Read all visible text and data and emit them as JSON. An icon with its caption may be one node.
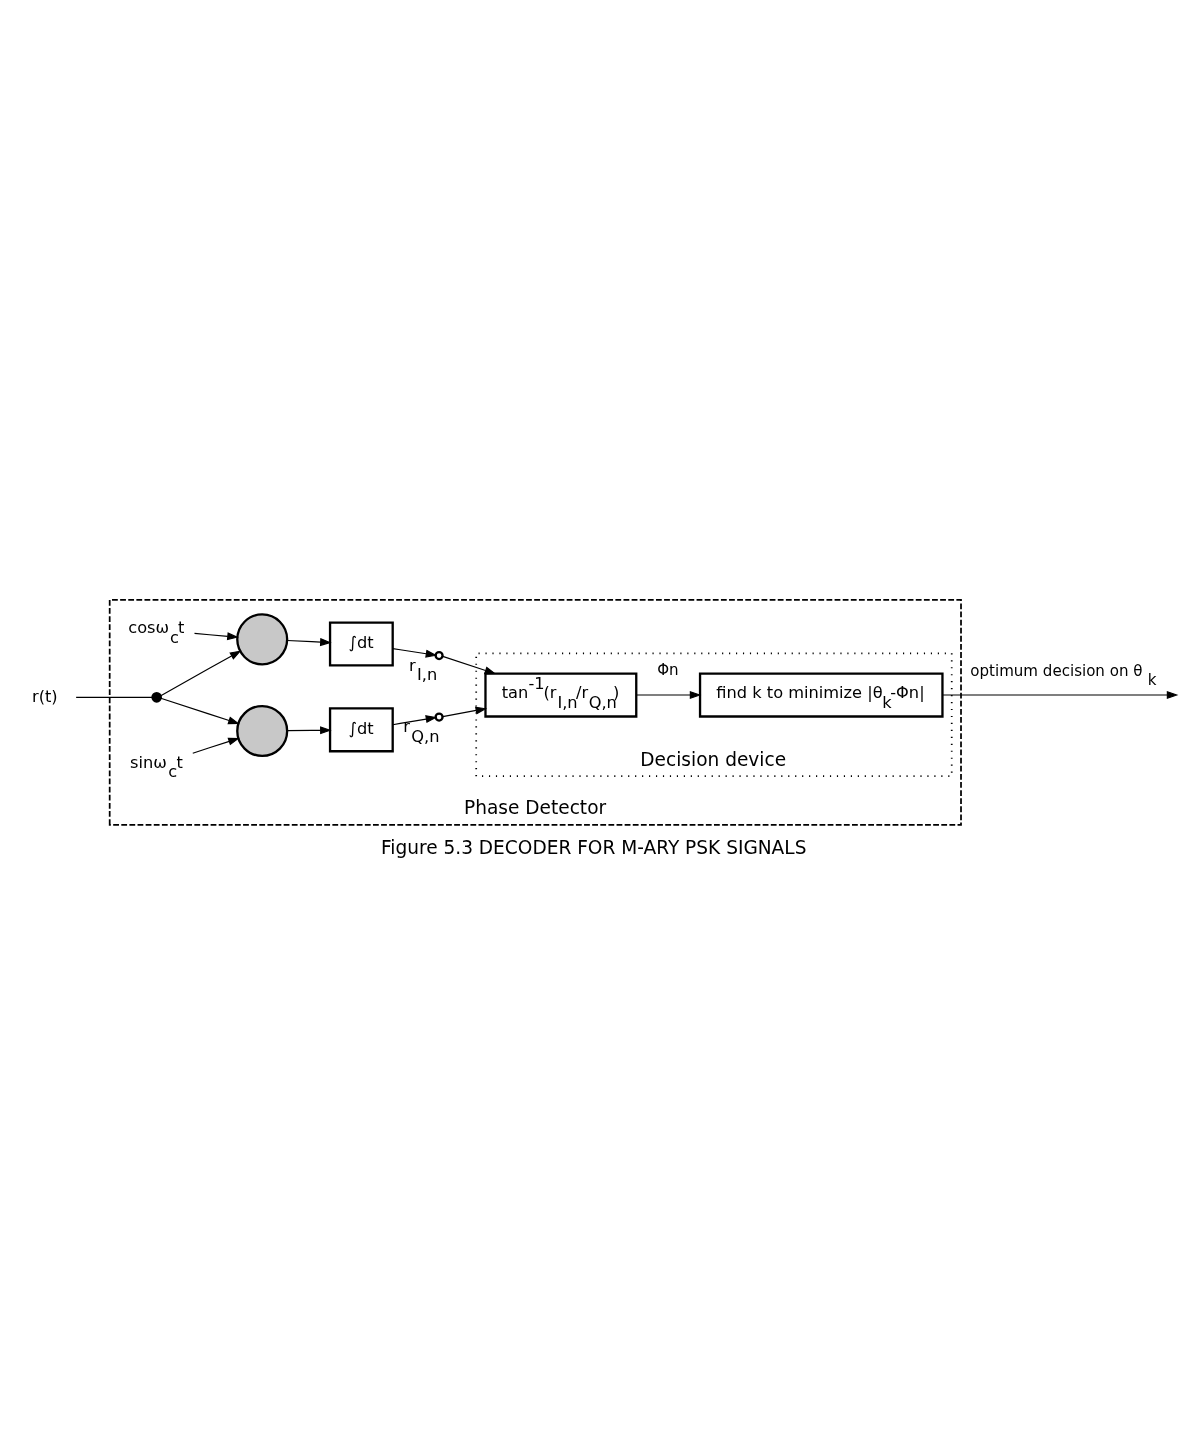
{
  "diagram": {
    "caption": "Figure 5.3 DECODER FOR M-ARY PSK SIGNALS",
    "nodes": [
      {
        "text": [
          "Phase Detector"
        ]
      },
      {
        "text": [
          "r(t)"
        ]
      },
      {
        "text": [],
        "shape": "dot",
        "in": 0
      },
      {
        "text": [],
        "shape": "circle",
        "in": 0
      },
      {
        "text": [
          "cosω$_{c}$t"
        ],
        "in": 0
      },
      {
        "text": [
          "∫dt"
        ],
        "in": 0
      },
      {
        "text": [],
        "shape": "switch",
        "in": 0,
        "beside": [
          "r$_{I,n}$"
        ]
      },
      {
        "text": [
          "sinω$_{c}$t"
        ],
        "in": 0
      },
      {
        "text": [],
        "shape": "circle",
        "in": 0
      },
      {
        "text": [
          "∫dt"
        ],
        "in": 0
      },
      {
        "text": [],
        "shape": "switch",
        "in": 0,
        "beside": [
          "r$_{Q,n}$"
        ]
      },
      {
        "text": [
          "Decision device"
        ],
        "in": 0
      },
      {
        "text": [
          "tan$^{-1}$(r$_{I,n}$/r$_{Q,n}$)"
        ],
        "in": 11
      },
      {
        "text": [
          "find k to minimize |θ$_{k}$-Φn|"
        ],
        "in": 11
      }
    ],
    "edges": [
      {
        "from": 1,
        "to": 2,
        "arrow": "none"
      },
      {
        "from": 2,
        "to": 3,
        "arrow": "to"
      },
      {
        "from": 2,
        "to": 8,
        "arrow": "to"
      },
      {
        "from": 4,
        "to": 3,
        "arrow": "to"
      },
      {
        "from": 3,
        "to": 5,
        "arrow": "to"
      },
      {
        "from": 5,
        "to": 6,
        "arrow": "to"
      },
      {
        "from": 6,
        "to": 12,
        "arrow": "to"
      },
      {
        "from": 7,
        "to": 8,
        "arrow": "to"
      },
      {
        "from": 8,
        "to": 9,
        "arrow": "to"
      },
      {
        "from": 9,
        "to": 10,
        "arrow": "to"
      },
      {
        "from": 10,
        "to": 12,
        "arrow": "to"
      },
      {
        "from": 12,
        "to": 13,
        "arrow": "to",
        "label": "Φn"
      },
      {
        "from": 13,
        "to": null,
        "arrow": "to",
        "label": "optimum decision on θ$_{k}$"
      }
    ]
  }
}
